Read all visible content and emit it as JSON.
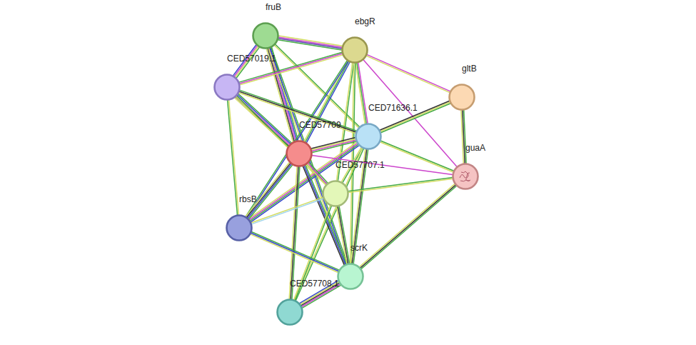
{
  "diagram": {
    "nodes": [
      {
        "text": [
          "fruB"
        ]
      },
      {
        "text": [
          "ebgR"
        ]
      },
      {
        "text": [
          "CED57019.1"
        ]
      },
      {
        "text": [
          "gltB"
        ]
      },
      {
        "text": [
          "CED71636.1"
        ]
      },
      {
        "text": [
          "CED57709"
        ]
      },
      {
        "text": [
          "guaA"
        ]
      },
      {
        "text": [
          "CED57707.1"
        ]
      },
      {
        "text": [
          "rbsB"
        ]
      },
      {
        "text": [
          "scrK"
        ]
      },
      {
        "text": [
          "CED57708.1"
        ]
      }
    ],
    "edges": [
      {
        "from": 0,
        "to": 1,
        "arrow": "none"
      },
      {
        "from": 0,
        "to": 2,
        "arrow": "none"
      },
      {
        "from": 0,
        "to": 5,
        "arrow": "none"
      },
      {
        "from": 0,
        "to": 4,
        "arrow": "none"
      },
      {
        "from": 0,
        "to": 9,
        "arrow": "none"
      },
      {
        "from": 1,
        "to": 2,
        "arrow": "none"
      },
      {
        "from": 1,
        "to": 5,
        "arrow": "none"
      },
      {
        "from": 1,
        "to": 4,
        "arrow": "none"
      },
      {
        "from": 1,
        "to": 7,
        "arrow": "none"
      },
      {
        "from": 1,
        "to": 3,
        "arrow": "none"
      },
      {
        "from": 1,
        "to": 6,
        "arrow": "none"
      },
      {
        "from": 1,
        "to": 8,
        "arrow": "none"
      },
      {
        "from": 1,
        "to": 9,
        "arrow": "none"
      },
      {
        "from": 2,
        "to": 5,
        "arrow": "none"
      },
      {
        "from": 2,
        "to": 4,
        "arrow": "none"
      },
      {
        "from": 2,
        "to": 7,
        "arrow": "none"
      },
      {
        "from": 2,
        "to": 8,
        "arrow": "none"
      },
      {
        "from": 3,
        "to": 4,
        "arrow": "none"
      },
      {
        "from": 3,
        "to": 6,
        "arrow": "none"
      },
      {
        "from": 4,
        "to": 5,
        "arrow": "none"
      },
      {
        "from": 4,
        "to": 6,
        "arrow": "none"
      },
      {
        "from": 4,
        "to": 7,
        "arrow": "none"
      },
      {
        "from": 4,
        "to": 8,
        "arrow": "none"
      },
      {
        "from": 4,
        "to": 9,
        "arrow": "none"
      },
      {
        "from": 4,
        "to": 10,
        "arrow": "none"
      },
      {
        "from": 5,
        "to": 6,
        "arrow": "none"
      },
      {
        "from": 5,
        "to": 7,
        "arrow": "none"
      },
      {
        "from": 5,
        "to": 8,
        "arrow": "none"
      },
      {
        "from": 5,
        "to": 9,
        "arrow": "none"
      },
      {
        "from": 5,
        "to": 10,
        "arrow": "none"
      },
      {
        "from": 7,
        "to": 6,
        "arrow": "none"
      },
      {
        "from": 7,
        "to": 9,
        "arrow": "none"
      },
      {
        "from": 7,
        "to": 10,
        "arrow": "none"
      },
      {
        "from": 7,
        "to": 8,
        "arrow": "none"
      },
      {
        "from": 6,
        "to": 9,
        "arrow": "none"
      },
      {
        "from": 8,
        "to": 9,
        "arrow": "none"
      },
      {
        "from": 9,
        "to": 10,
        "arrow": "none"
      }
    ]
  }
}
